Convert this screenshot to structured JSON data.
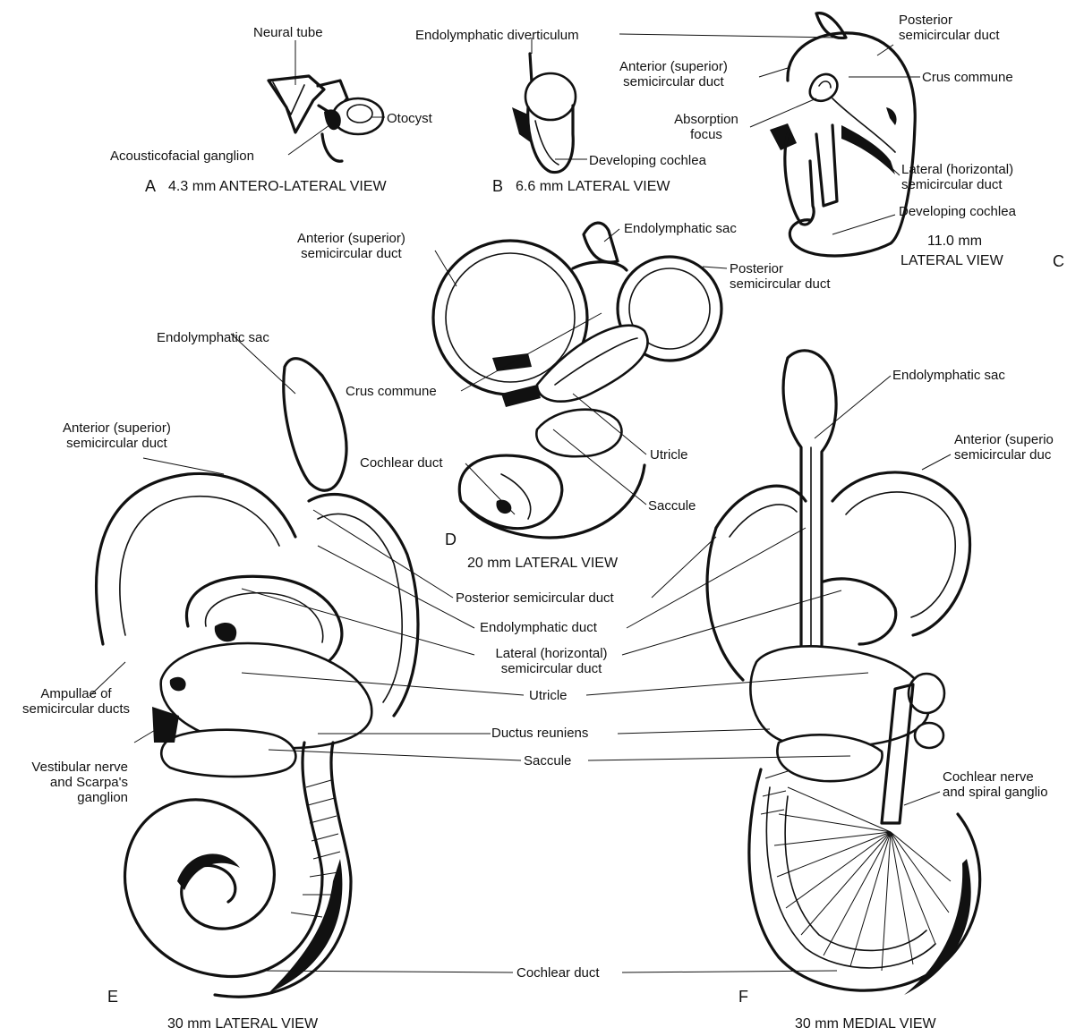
{
  "panels": {
    "A": {
      "letter": "A",
      "caption": "4.3 mm ANTERO-LATERAL VIEW",
      "labels": {
        "neural_tube": "Neural tube",
        "otocyst": "Otocyst",
        "acousticofacial_ganglion": "Acousticofacial ganglion"
      }
    },
    "B": {
      "letter": "B",
      "caption": "6.6 mm LATERAL VIEW",
      "labels": {
        "endolymphatic_diverticulum": "Endolymphatic diverticulum",
        "developing_cochlea": "Developing cochlea"
      }
    },
    "C": {
      "letter": "C",
      "caption_line1": "11.0 mm",
      "caption_line2": "LATERAL VIEW",
      "labels": {
        "posterior_semicircular_duct_1": "Posterior",
        "posterior_semicircular_duct_2": "semicircular duct",
        "anterior_semicircular_duct_1": "Anterior (superior)",
        "anterior_semicircular_duct_2": "semicircular duct",
        "crus_commune": "Crus commune",
        "absorption_focus_1": "Absorption",
        "absorption_focus_2": "focus",
        "lateral_semicircular_duct_1": "Lateral (horizontal)",
        "lateral_semicircular_duct_2": "semicircular duct",
        "developing_cochlea": "Developing cochlea"
      }
    },
    "D": {
      "letter": "D",
      "caption": "20 mm LATERAL VIEW",
      "labels": {
        "endolymphatic_sac": "Endolymphatic sac",
        "anterior_semicircular_duct_1": "Anterior (superior)",
        "anterior_semicircular_duct_2": "semicircular duct",
        "posterior_semicircular_duct_1": "Posterior",
        "posterior_semicircular_duct_2": "semicircular duct",
        "crus_commune": "Crus commune",
        "utricle": "Utricle",
        "cochlear_duct": "Cochlear duct",
        "saccule": "Saccule"
      }
    },
    "E": {
      "letter": "E",
      "caption": "30 mm LATERAL VIEW",
      "labels": {
        "endolymphatic_sac": "Endolymphatic sac",
        "anterior_semicircular_duct_1": "Anterior (superior)",
        "anterior_semicircular_duct_2": "semicircular duct",
        "ampullae_1": "Ampullae of",
        "ampullae_2": "semicircular ducts",
        "vestibular_nerve_1": "Vestibular nerve",
        "vestibular_nerve_2": "and Scarpa's",
        "vestibular_nerve_3": "ganglion"
      }
    },
    "F": {
      "letter": "F",
      "caption": "30 mm MEDIAL VIEW",
      "labels": {
        "endolymphatic_sac": "Endolymphatic sac",
        "anterior_semicircular_duct_1": "Anterior (superio",
        "anterior_semicircular_duct_2": "semicircular duc",
        "cochlear_nerve_1": "Cochlear nerve",
        "cochlear_nerve_2": "and spiral ganglio"
      }
    }
  },
  "shared_labels": {
    "posterior_semicircular_duct": "Posterior semicircular duct",
    "endolymphatic_duct": "Endolymphatic duct",
    "lateral_semicircular_duct_1": "Lateral (horizontal)",
    "lateral_semicircular_duct_2": "semicircular duct",
    "utricle": "Utricle",
    "ductus_reuniens": "Ductus reuniens",
    "saccule": "Saccule",
    "cochlear_duct": "Cochlear duct"
  }
}
